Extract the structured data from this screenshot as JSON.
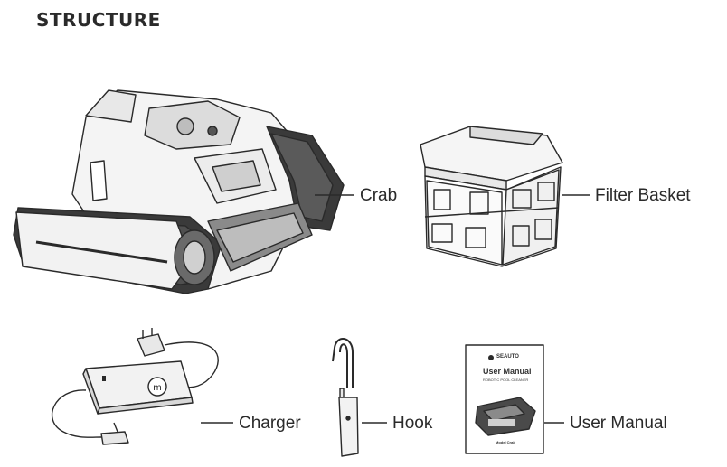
{
  "page": {
    "title": "STRUCTURE"
  },
  "parts": [
    {
      "id": "crab",
      "label": "Crab"
    },
    {
      "id": "filter-basket",
      "label": "Filter Basket"
    },
    {
      "id": "charger",
      "label": "Charger"
    },
    {
      "id": "hook",
      "label": "Hook"
    },
    {
      "id": "user-manual",
      "label": "User Manual"
    }
  ],
  "manual_cover": {
    "brand": "SEAUTO",
    "title": "User Manual",
    "subtitle": "ROBOTIC POOL CLEANER",
    "model": "Model Crab"
  }
}
